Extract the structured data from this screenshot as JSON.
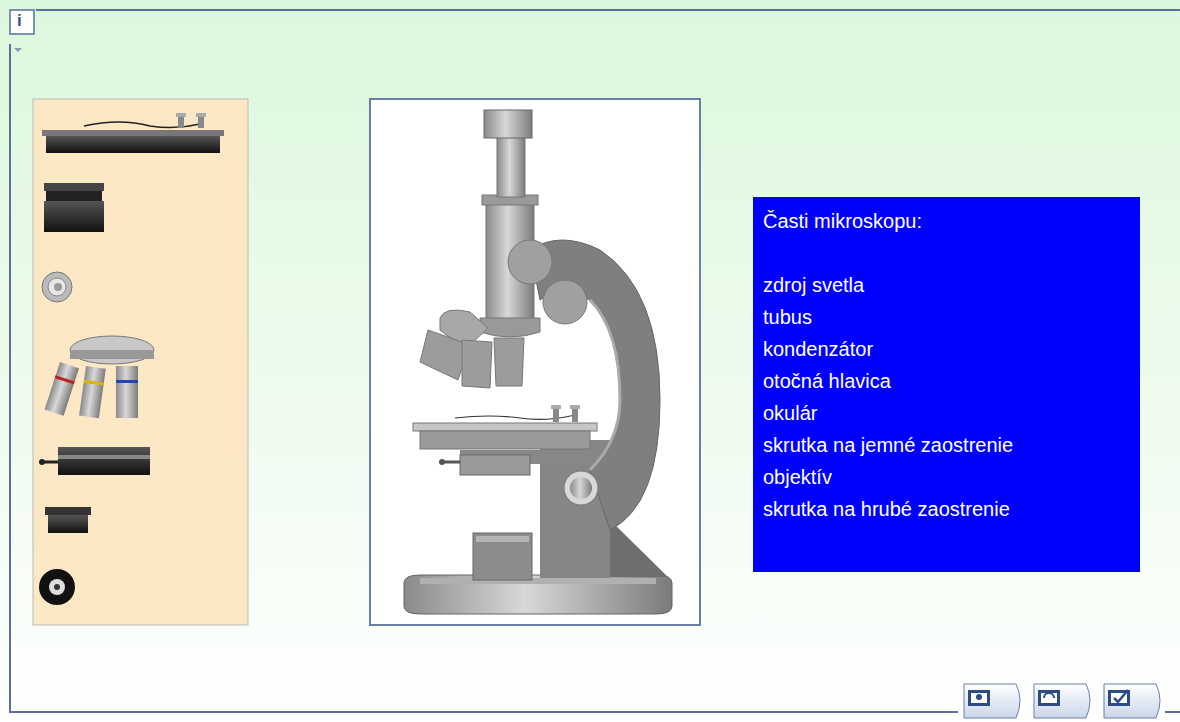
{
  "diagram": {
    "nodes": [
      {
        "text": [
          "Časti mikroskopu:",
          "zdroj svetla",
          "tubus",
          "kondenzátor",
          "otočná hlavica",
          "okulár",
          "skrutka na jemné zaostrenie",
          "objektív",
          "skrutka na hrubé zaostrenie"
        ]
      }
    ],
    "labels": [
      "i"
    ]
  }
}
